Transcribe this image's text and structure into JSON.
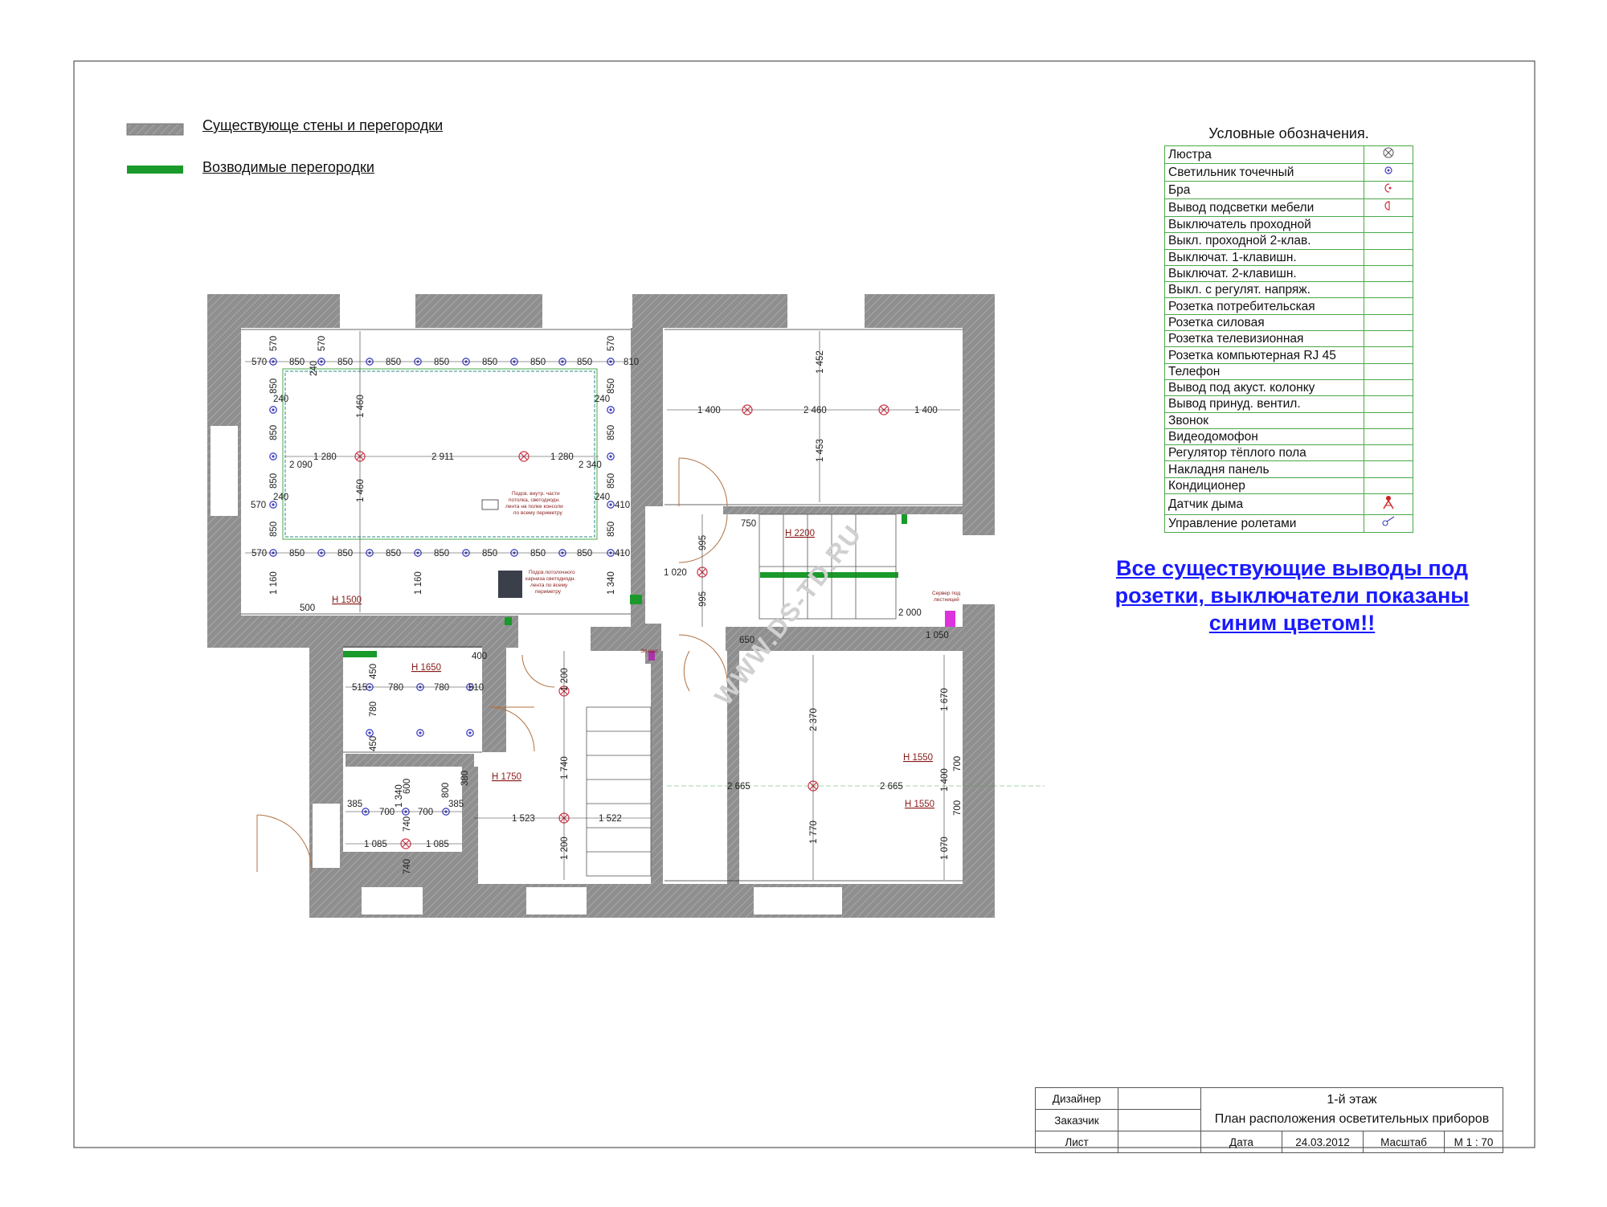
{
  "legend_top": {
    "existing_walls": "Существующе стены и перегородки",
    "new_partitions": "Возводимые перегородки"
  },
  "colors": {
    "wall": "#8c8c8c",
    "new_partition": "#1a9a2a",
    "lamp": "#cc3344",
    "spot": "#4040c0",
    "dimension": "#222222",
    "notice": "#1a1aff",
    "grid": "#4aa84a"
  },
  "symbols": {
    "title": "Условные обозначения.",
    "items": [
      {
        "label": "Люстра",
        "icon": "chandelier-icon"
      },
      {
        "label": "Светильник точечный",
        "icon": "spotlight-icon"
      },
      {
        "label": "Бра",
        "icon": "sconce-icon"
      },
      {
        "label": "Вывод подсветки мебели",
        "icon": "furniture-light-icon"
      },
      {
        "label": "Выключатель проходной",
        "icon": ""
      },
      {
        "label": "Выкл. проходной 2-клав.",
        "icon": ""
      },
      {
        "label": "Выключат. 1-клавишн.",
        "icon": ""
      },
      {
        "label": "Выключат. 2-клавишн.",
        "icon": ""
      },
      {
        "label": "Выкл. с регулят. напряж.",
        "icon": ""
      },
      {
        "label": "Розетка потребительская",
        "icon": ""
      },
      {
        "label": "Розетка силовая",
        "icon": ""
      },
      {
        "label": "Розетка телевизионная",
        "icon": ""
      },
      {
        "label": "Розетка компьютерная RJ 45",
        "icon": ""
      },
      {
        "label": "Телефон",
        "icon": ""
      },
      {
        "label": "Вывод под акуст. колонку",
        "icon": ""
      },
      {
        "label": "Вывод принуд. вентил.",
        "icon": ""
      },
      {
        "label": "Звонок",
        "icon": ""
      },
      {
        "label": "Видеодомофон",
        "icon": ""
      },
      {
        "label": "Регулятор тёплого пола",
        "icon": ""
      },
      {
        "label": "Накладня панель",
        "icon": ""
      },
      {
        "label": "Кондиционер",
        "icon": ""
      },
      {
        "label": "Датчик дыма",
        "icon": "smoke-detector-icon"
      },
      {
        "label": "Управление ролетами",
        "icon": "shutter-control-icon"
      }
    ]
  },
  "notice": {
    "line1": "Все существующие выводы под",
    "line2": "розетки, выключатели показаны",
    "line3": "синим цветом!!"
  },
  "watermark": "WWW.DS-TD.RU",
  "plan_labels": {
    "h1500": "H 1500",
    "h1650": "H 1650",
    "h1750": "H 1750",
    "h2200": "H 2200",
    "h1550a": "H 1550",
    "h1550b": "H 1550",
    "note1_l1": "Подсв. внутр. части",
    "note1_l2": "потолка, светодиодн.",
    "note1_l3": "лента на полке консоли",
    "note1_l4": "по всему периметру",
    "note2_l1": "Подсв.потолочного",
    "note2_l2": "карниза светодиодн.",
    "note2_l3": "лента по всему",
    "note2_l4": "периметру",
    "server_l1": "Сервер под",
    "server_l2": "лестницей",
    "el_shield": "Эл.щит"
  },
  "dims": {
    "d570a": "570",
    "d850a": "850",
    "d850b": "850",
    "d850c": "850",
    "d850d": "850",
    "d850e": "850",
    "d850f": "850",
    "d850g": "850",
    "d810": "810",
    "d570b": "570",
    "d570c": "570",
    "d240a": "240",
    "d240b": "240",
    "d240c": "240",
    "d240d": "240",
    "d240e": "240",
    "d1460a": "1 460",
    "d1460b": "1 460",
    "d1280a": "1 280",
    "d2911": "2 911",
    "d1280b": "1 280",
    "d2090": "2 090",
    "d2340": "2 340",
    "d850v1": "850",
    "d850v2": "850",
    "d850v3": "850",
    "d850v4": "850",
    "d850v5": "850",
    "d850v6": "850",
    "d850v7": "850",
    "d850v8": "850",
    "d410a": "410",
    "d410b": "410",
    "d570d": "570",
    "d570e": "570",
    "b570": "570",
    "b850a": "850",
    "b850b": "850",
    "b850c": "850",
    "b850d": "850",
    "b850e": "850",
    "b850f": "850",
    "b850g": "850",
    "d1160a": "1 160",
    "d1160b": "1 160",
    "d1340": "1 340",
    "d500": "500",
    "d1400a": "1 400",
    "d2460": "2 460",
    "d1400b": "1 400",
    "d1452": "1 452",
    "d1453": "1 453",
    "d750": "750",
    "d995a": "995",
    "d995b": "995",
    "d1020": "1 020",
    "d2000": "2 000",
    "d1050": "1 050",
    "d650": "650",
    "d400": "400",
    "d515": "515",
    "d780a": "780",
    "d780b": "780",
    "d510": "510",
    "d450a": "450",
    "d780v": "780",
    "d450b": "450",
    "d380": "380",
    "d1200a": "1 200",
    "d1740": "1 740",
    "d1200b": "1 200",
    "d1523": "1 523",
    "d1522": "1 522",
    "d385a": "385",
    "d385b": "385",
    "d700a": "700",
    "d700b": "700",
    "d600": "600",
    "d800": "800",
    "d1340b": "1 340",
    "d740a": "740",
    "d1085a": "1 085",
    "d1085b": "1 085",
    "d740b": "740",
    "d2370": "2 370",
    "d1670": "1 670",
    "d2665a": "2 665",
    "d2665b": "2 665",
    "d1770": "1 770",
    "d1400c": "1 400",
    "d700c": "700",
    "d700d": "700",
    "d1070": "1 070"
  },
  "title_block": {
    "designer_label": "Дизайнер",
    "customer_label": "Заказчик",
    "sheet_label": "Лист",
    "floor": "1-й этаж",
    "plan_title": "План расположения осветительных приборов",
    "date_label": "Дата",
    "date_value": "24.03.2012",
    "scale_label": "Масштаб",
    "scale_value": "М 1 : 70"
  }
}
